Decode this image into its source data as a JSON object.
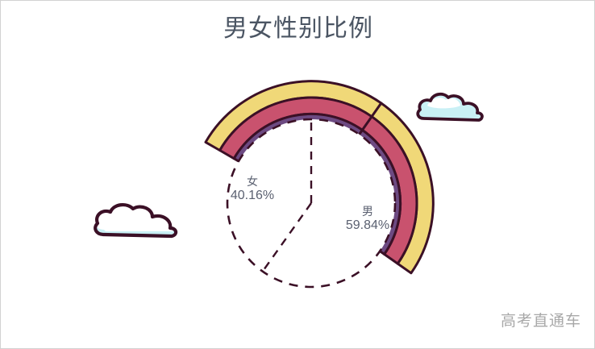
{
  "chart_data": {
    "type": "pie",
    "title": "男女性别比例",
    "xlabel": "",
    "ylabel": "",
    "grid": false,
    "legend_position": "none",
    "categories": [
      "男",
      "女"
    ],
    "values": [
      59.84,
      40.16
    ],
    "unit": "%",
    "slices": [
      {
        "name": "男",
        "value": 59.84,
        "value_label": "59.84%",
        "start_angle_deg": 0,
        "end_angle_deg": 215.4
      },
      {
        "name": "女",
        "value": 40.16,
        "value_label": "40.16%",
        "start_angle_deg": 215.4,
        "end_angle_deg": 360
      }
    ],
    "annotations": [
      "男 59.84%",
      "女 40.16%"
    ],
    "decorative_arc": {
      "label": "rainbow-arc",
      "bands": [
        "#6d4a82",
        "#c9526e",
        "#f0d878"
      ],
      "outline_color": "#3b1026",
      "start_angle_deg": -60,
      "end_angle_deg": 145
    },
    "decorations": [
      "cloud-left",
      "cloud-right"
    ]
  },
  "title": {
    "text": "男女性别比例",
    "color": "#4b5563"
  },
  "labels": {
    "female": {
      "name": "女",
      "value": "40.16%"
    },
    "male": {
      "name": "男",
      "value": "59.84%"
    }
  },
  "watermark": {
    "text": "高考直通车"
  },
  "colors": {
    "background": "#ffffff",
    "frame": "#d2d2d2",
    "outline": "#3b1026",
    "band_inner_purple": "#6d4a82",
    "band_middle_rose": "#c9526e",
    "band_outer_yellow": "#f0d878",
    "cloud_fill": "#ffffff",
    "cloud_shade": "#c9f0f5",
    "label_text": "#5a6070",
    "watermark_text": "#a8a8a8"
  }
}
